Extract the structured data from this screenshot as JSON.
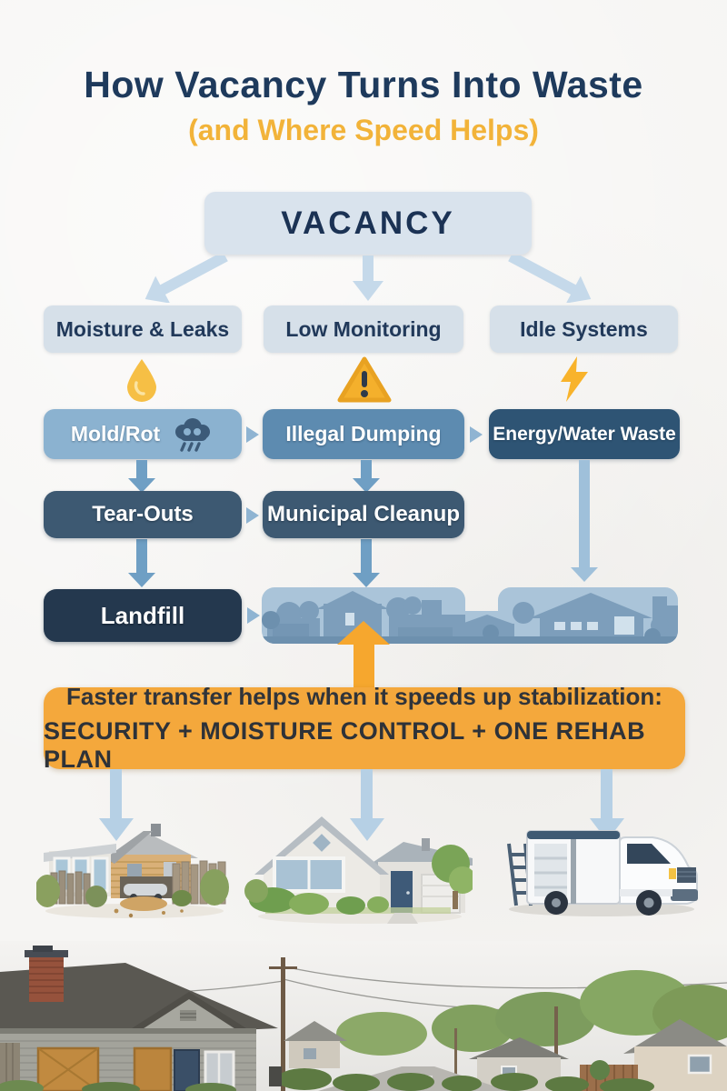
{
  "title": {
    "main": "How Vacancy Turns Into Waste",
    "sub": "(and Where Speed Helps)"
  },
  "flow": {
    "root_label": "VACANCY",
    "causes": [
      {
        "label": "Moisture & Leaks",
        "icon": "water-drop-icon"
      },
      {
        "label": "Low Monitoring",
        "icon": "warning-triangle-icon"
      },
      {
        "label": "Idle Systems",
        "icon": "lightning-bolt-icon"
      }
    ],
    "impacts": [
      {
        "label": "Mold/Rot",
        "icon": "rain-cloud-icon"
      },
      {
        "label": "Illegal Dumping"
      },
      {
        "label": "Energy/Water Waste"
      }
    ],
    "outcomes": [
      {
        "label": "Tear-Outs"
      },
      {
        "label": "Municipal Cleanup"
      }
    ],
    "terminals": [
      {
        "label": "Landfill"
      },
      {
        "graphic": "neighborhood-silhouette"
      }
    ]
  },
  "banner": {
    "line1": "Faster transfer helps when it speeds up stabilization:",
    "line2": "SECURITY + MOISTURE CONTROL + ONE REHAB PLAN"
  },
  "illustrations": [
    {
      "name": "neglected-house-illustration"
    },
    {
      "name": "stabilized-house-illustration"
    },
    {
      "name": "work-van-illustration"
    }
  ],
  "photo": {
    "name": "boarded-house-street-photo"
  },
  "colors": {
    "title_navy": "#1e3a5c",
    "accent_yellow": "#f2b339",
    "banner_orange": "#f4a83c",
    "box_light": "#d6e0e9",
    "box_blue_light": "#8bb2d0",
    "box_blue_mid": "#5d8bb0",
    "box_blue_dark": "#2e5474",
    "box_slate": "#3d5972",
    "box_navy": "#24384e",
    "arrow_blue": "#6f9fc4",
    "arrow_light": "#b6d0e5",
    "arrow_orange": "#f6a72e"
  }
}
